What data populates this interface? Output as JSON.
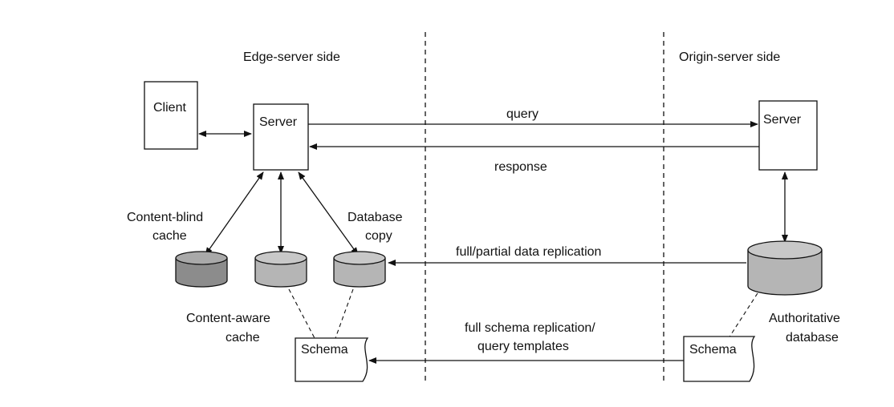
{
  "headings": {
    "edge_side": "Edge-server side",
    "origin_side": "Origin-server side"
  },
  "nodes": {
    "client": "Client",
    "edge_server": "Server",
    "origin_server": "Server",
    "content_blind_cache": [
      "Content-blind",
      "cache"
    ],
    "content_aware_cache": [
      "Content-aware",
      "cache"
    ],
    "database_copy": [
      "Database",
      "copy"
    ],
    "authoritative_database": [
      "Authoritative",
      "database"
    ],
    "edge_schema": "Schema",
    "origin_schema": "Schema"
  },
  "edges": {
    "query": "query",
    "response": "response",
    "data_replication": "full/partial data replication",
    "schema_replication": [
      "full schema replication/",
      "query templates"
    ]
  },
  "colors": {
    "ink": "#111111",
    "cylinder_fill": "#b5b5b5",
    "cylinder_dark_fill": "#8c8c8c"
  }
}
